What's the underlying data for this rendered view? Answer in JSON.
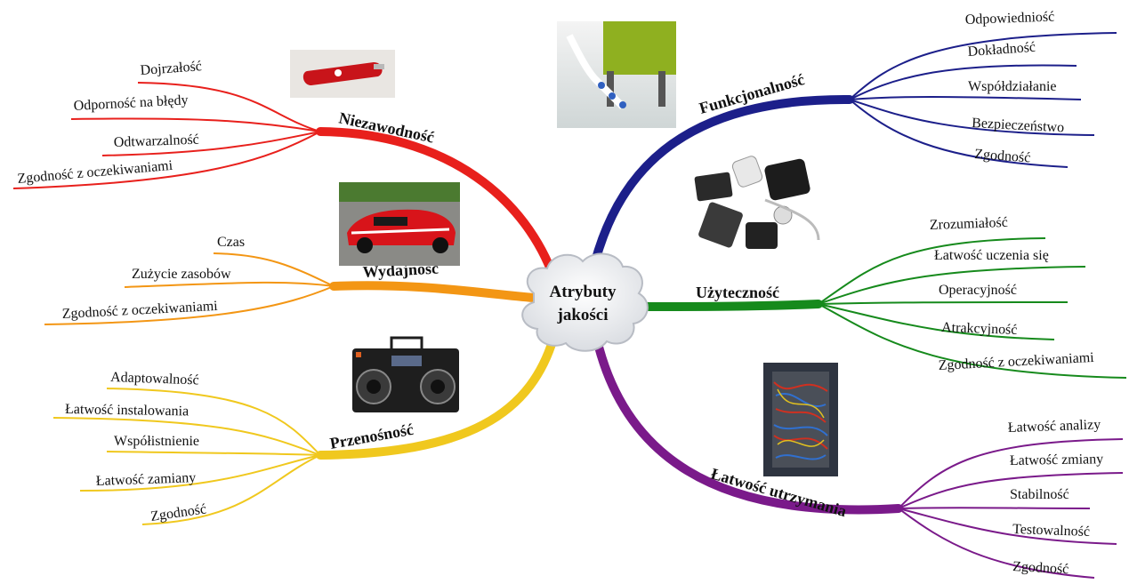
{
  "center": {
    "line1": "Atrybuty",
    "line2": "jakości"
  },
  "colors": {
    "niezawodnosc": "#e8201c",
    "wydajnosc": "#f39614",
    "przenosnosc": "#f0c81e",
    "funkcjonalnosc": "#1c1f8a",
    "uzytecznosc": "#168a1c",
    "utrzymanie": "#7a1a8a"
  },
  "branches": {
    "niezawodnosc": {
      "label": "Niezawodność",
      "icon": "swiss-army-knife-photo",
      "leaves": [
        "Dojrzałość",
        "Odporność na błędy",
        "Odtwarzalność",
        "Zgodność z oczekiwaniami"
      ]
    },
    "wydajnosc": {
      "label": "Wydajność",
      "icon": "red-sports-car-photo",
      "leaves": [
        "Czas",
        "Zużycie zasobów",
        "Zgodność z oczekiwaniami"
      ]
    },
    "przenosnosc": {
      "label": "Przenośność",
      "icon": "boombox-photo",
      "leaves": [
        "Adaptowalność",
        "Łatwość instalowania",
        "Współistnienie",
        "Łatwość zamiany",
        "Zgodność"
      ]
    },
    "funkcjonalnosc": {
      "label": "Funkcjonalność",
      "icon": "power-strip-photo",
      "leaves": [
        "Odpowiedniość",
        "Dokładność",
        "Współdziałanie",
        "Bezpieczeństwo",
        "Zgodność"
      ]
    },
    "uzytecznosc": {
      "label": "Użyteczność",
      "icon": "chargers-photo",
      "leaves": [
        "Zrozumiałość",
        "Łatwość uczenia się",
        "Operacyjność",
        "Atrakcyjność",
        "Zgodność z oczekiwaniami"
      ]
    },
    "utrzymanie": {
      "label": "Łatwość utrzymania",
      "icon": "tangled-cables-photo",
      "leaves": [
        "Łatwość analizy",
        "Łatwość zmiany",
        "Stabilność",
        "Testowalność",
        "Zgodność"
      ]
    }
  }
}
